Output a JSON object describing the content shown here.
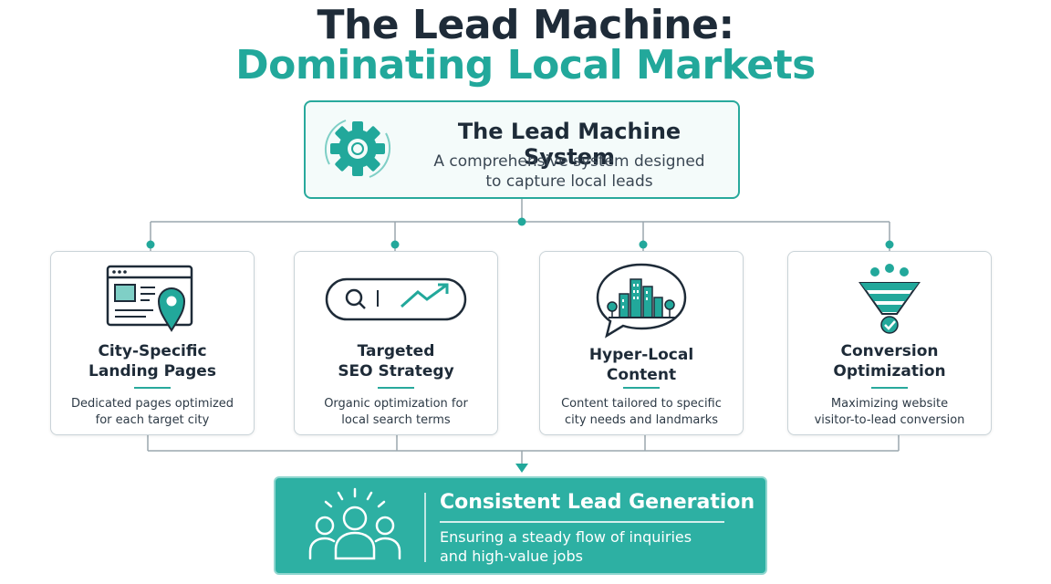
{
  "title": {
    "line1": "The Lead Machine:",
    "line2": "Dominating Local Markets"
  },
  "system": {
    "title": "The Lead Machine System",
    "subtitle_line1": "A comprehensive system designed",
    "subtitle_line2": "to capture local leads",
    "icon": "gear-icon"
  },
  "pillars": [
    {
      "title_line1": "City-Specific",
      "title_line2": "Landing Pages",
      "desc_line1": "Dedicated pages optimized",
      "desc_line2": "for each target city",
      "icon": "landing-page-location-icon"
    },
    {
      "title_line1": "Targeted",
      "title_line2": "SEO Strategy",
      "desc_line1": "Organic optimization for",
      "desc_line2": "local search terms",
      "icon": "search-trend-icon"
    },
    {
      "title_line1": "Hyper-Local",
      "title_line2": "Content",
      "desc_line1": "Content tailored to specific",
      "desc_line2": "city needs and landmarks",
      "icon": "city-speech-bubble-icon"
    },
    {
      "title_line1": "Conversion",
      "title_line2": "Optimization",
      "desc_line1": "Maximizing website",
      "desc_line2": "visitor-to-lead conversion",
      "icon": "funnel-check-icon"
    }
  ],
  "outcome": {
    "title": "Consistent Lead Generation",
    "subtitle_line1": "Ensuring a steady flow of inquiries",
    "subtitle_line2": "and high-value jobs",
    "icon": "group-people-icon"
  },
  "colors": {
    "teal": "#2db0a3",
    "navy": "#1e2b38",
    "border": "#c9d3d8"
  }
}
